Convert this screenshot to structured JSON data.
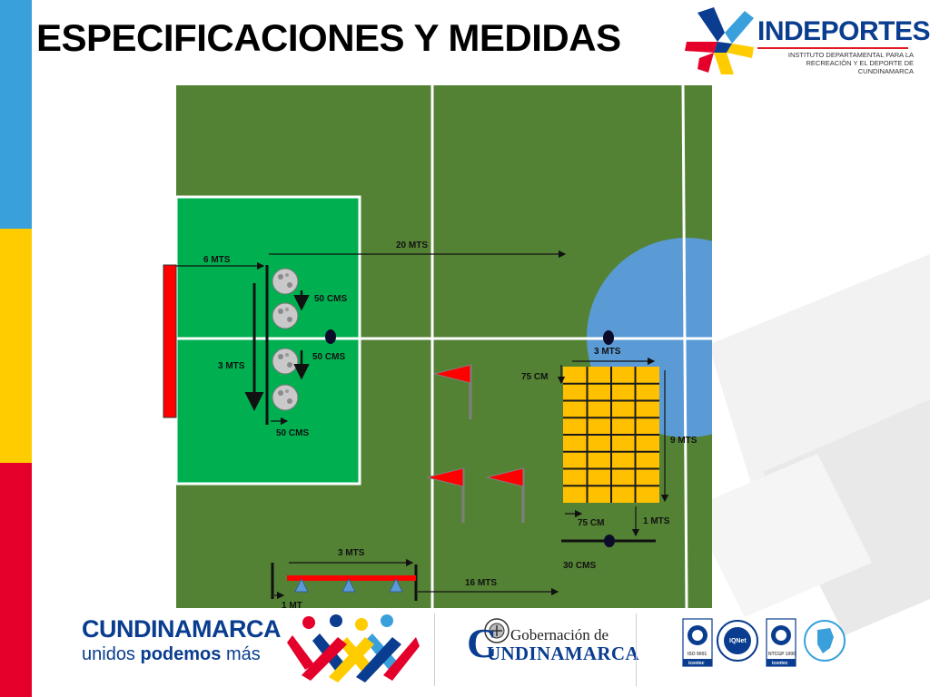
{
  "slide": {
    "title": "ESPECIFICACIONES Y MEDIDAS"
  },
  "colors": {
    "stripe_blue": "#3aa0dc",
    "stripe_yellow": "#ffcc00",
    "stripe_red": "#e4002b",
    "field_dark_green": "#548235",
    "field_light_green": "#00b050",
    "circle_blue": "#5b9bd5",
    "grid_yellow": "#ffc000",
    "goal_red": "#ff0000",
    "brand_blue": "#0a3d8f"
  },
  "diagram": {
    "labels": {
      "six_mts": "6 MTS",
      "twenty_mts": "20 MTS",
      "three_mts_vertical": "3 MTS",
      "fifty_cms_a": "50 CMS",
      "fifty_cms_b": "50 CMS",
      "fifty_cms_c": "50 CMS",
      "three_mts_grid": "3 MTS",
      "seventy_five_cm_top": "75 CM",
      "nine_mts": "9 MTS",
      "seventy_five_cm_bottom": "75 CM",
      "one_mts": "1 MTS",
      "thirty_cms": "30 CMS",
      "three_mts_ladder": "3 MTS",
      "sixteen_mts": "16 MTS",
      "one_mt": "1 MT"
    },
    "grid": {
      "columns": 4,
      "rows": 8
    },
    "balls_count": 4,
    "flags_count": 3,
    "cones_count": 3
  },
  "logos": {
    "indeportes": {
      "name": "INDEPORTES",
      "subtitle": "INSTITUTO DEPARTAMENTAL PARA LA RECREACIÓN Y EL DEPORTE DE CUNDINAMARCA"
    },
    "cundinamarca": {
      "name": "CUNDINAMARCA",
      "tagline_start": "unidos ",
      "tagline_bold": "podemos",
      "tagline_end": " más"
    },
    "gobernacion": {
      "title": "Gobernación de",
      "name": "UNDINAMARCA",
      "initial": "C"
    },
    "certifications": {
      "iso": "ISO 9001",
      "iqnet": "IQNet",
      "ntcgp": "NTCGP 1000",
      "icontec": "icontec"
    }
  }
}
